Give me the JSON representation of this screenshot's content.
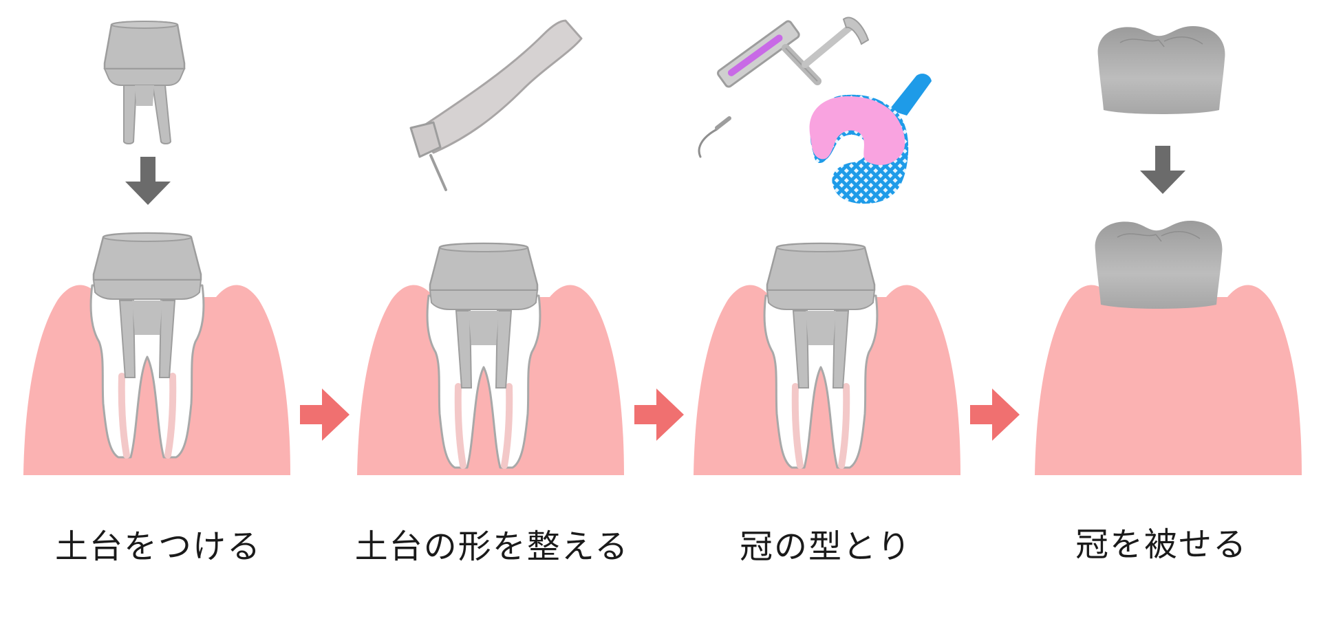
{
  "steps": [
    {
      "label": "土台をつける"
    },
    {
      "label": "土台の形を整える"
    },
    {
      "label": "冠の型とり"
    },
    {
      "label": "冠を被せる"
    }
  ],
  "colors": {
    "gum": "#fbb2b2",
    "tooth_fill": "#ffffff",
    "tooth_outline": "#a8a8a8",
    "canal": "#f3c8c8",
    "core_metal": "#bfbfbf",
    "core_outline": "#9d9d9d",
    "step_arrow": "#f07070",
    "down_arrow": "#6b6b6b",
    "tray": "#1e9be8",
    "impression_material": "#f9a3e0",
    "syringe_material": "#c86ae6"
  },
  "icons": [
    "post-core-icon",
    "handpiece-icon",
    "syringe-icon",
    "impression-tray-icon",
    "crown-icon",
    "down-arrow-icon",
    "step-arrow-icon"
  ]
}
